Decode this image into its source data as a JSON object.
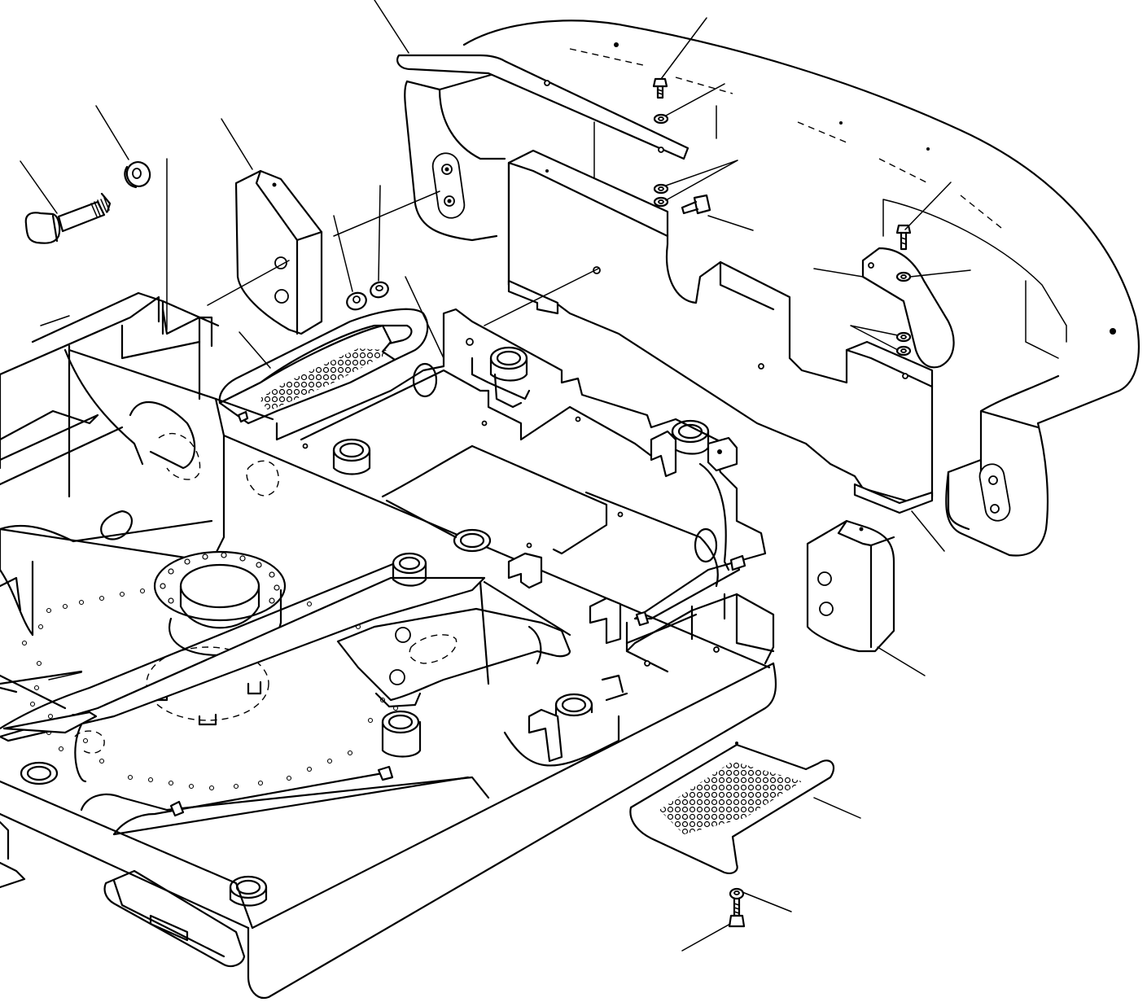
{
  "diagram": {
    "parts": [
      {
        "id": "counterweight"
      },
      {
        "id": "counterweight-upper-bracket"
      },
      {
        "id": "counterweight-bolt-top"
      },
      {
        "id": "counterweight-washer-top"
      },
      {
        "id": "counterweight-washer-pair"
      },
      {
        "id": "counterweight-side-bolt"
      },
      {
        "id": "right-bracket"
      },
      {
        "id": "right-bracket-bolt"
      },
      {
        "id": "right-bracket-washer"
      },
      {
        "id": "right-bracket-washer-pair"
      },
      {
        "id": "center-cover-plate"
      },
      {
        "id": "center-cover-base-strip"
      },
      {
        "id": "left-balance-block"
      },
      {
        "id": "right-balance-block"
      },
      {
        "id": "mounting-bolt"
      },
      {
        "id": "mounting-washer"
      },
      {
        "id": "mounting-nut-pair"
      },
      {
        "id": "left-step-plate"
      },
      {
        "id": "front-step-plate"
      },
      {
        "id": "step-washer"
      },
      {
        "id": "step-bolt"
      },
      {
        "id": "revolving-frame"
      }
    ]
  }
}
